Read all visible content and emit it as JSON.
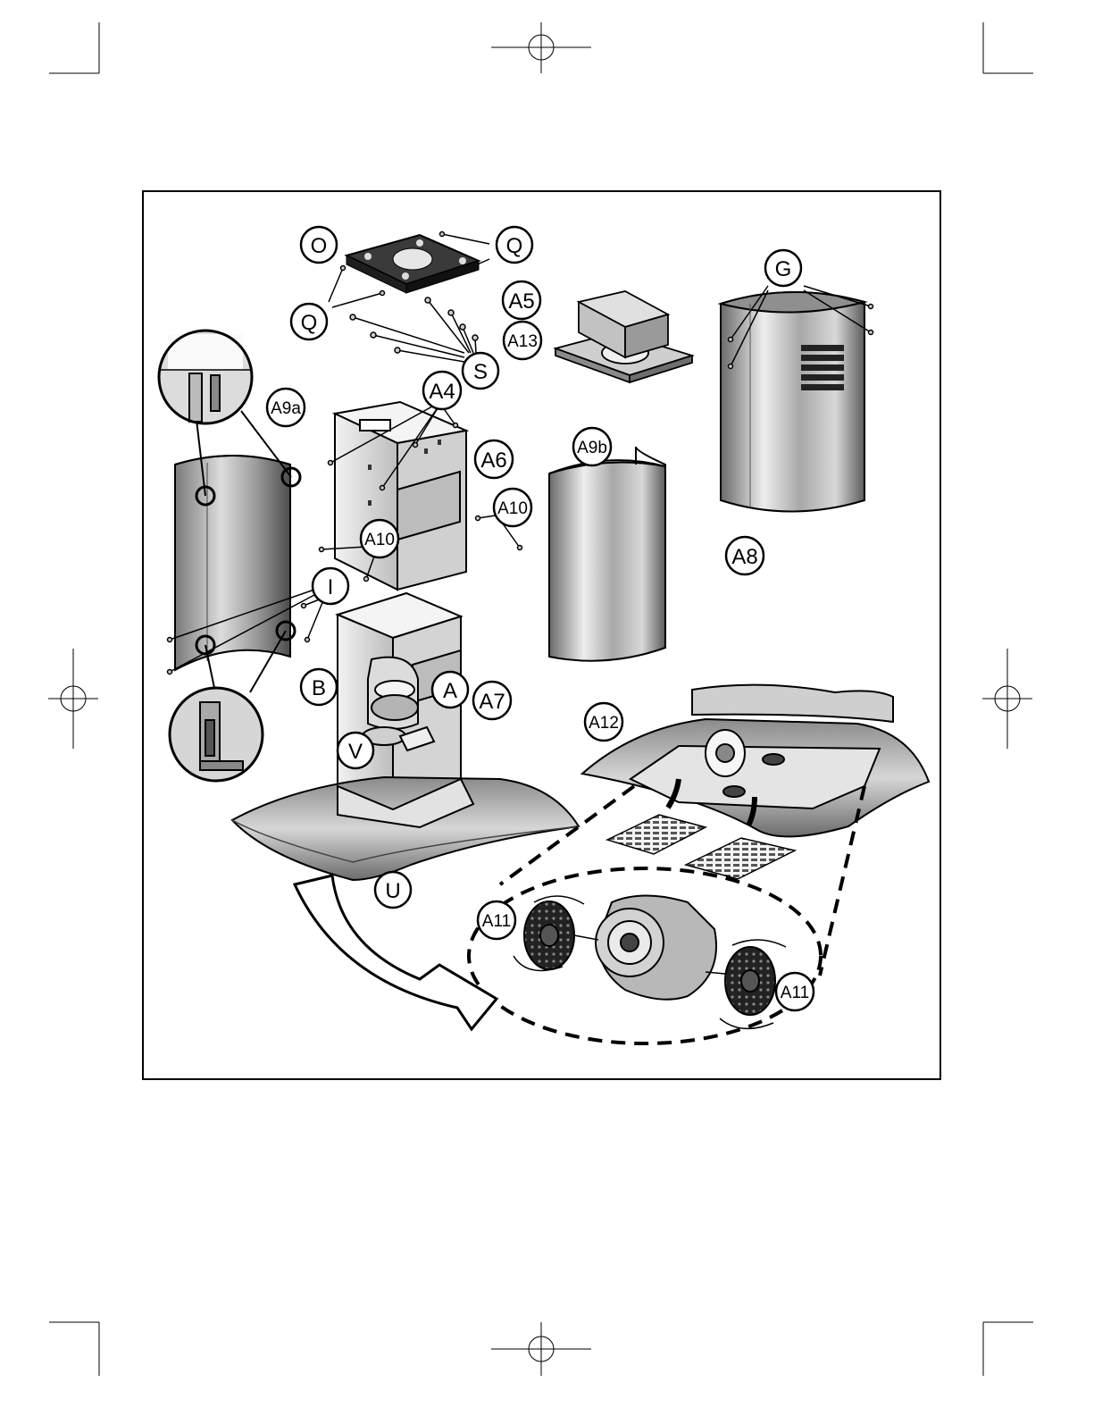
{
  "diagram": {
    "callouts": [
      {
        "id": "O",
        "label": "O"
      },
      {
        "id": "Q1",
        "label": "Q"
      },
      {
        "id": "Q2",
        "label": "Q"
      },
      {
        "id": "S",
        "label": "S"
      },
      {
        "id": "A5",
        "label": "A5"
      },
      {
        "id": "A13",
        "label": "A13"
      },
      {
        "id": "G",
        "label": "G"
      },
      {
        "id": "A4",
        "label": "A4"
      },
      {
        "id": "A6",
        "label": "A6"
      },
      {
        "id": "A9a",
        "label": "A9a"
      },
      {
        "id": "A9b",
        "label": "A9b"
      },
      {
        "id": "A10a",
        "label": "A10"
      },
      {
        "id": "A10b",
        "label": "A10"
      },
      {
        "id": "A8",
        "label": "A8"
      },
      {
        "id": "I",
        "label": "I"
      },
      {
        "id": "B",
        "label": "B"
      },
      {
        "id": "A",
        "label": "A"
      },
      {
        "id": "A7",
        "label": "A7"
      },
      {
        "id": "V",
        "label": "V"
      },
      {
        "id": "A12",
        "label": "A12"
      },
      {
        "id": "U",
        "label": "U"
      },
      {
        "id": "A11a",
        "label": "A11"
      },
      {
        "id": "A11b",
        "label": "A11"
      }
    ]
  },
  "colors": {
    "metal_light": "#e8e8e8",
    "metal_mid": "#b0b0b0",
    "metal_dark": "#555555",
    "outline": "#000000"
  }
}
